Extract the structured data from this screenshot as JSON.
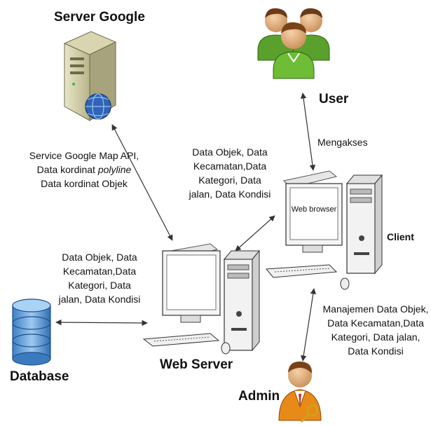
{
  "nodes": {
    "server_google": "Server Google",
    "user": "User",
    "client": "Client",
    "web_server": "Web Server",
    "database": "Database",
    "admin": "Admin",
    "web_browser": "Web browser"
  },
  "edges": {
    "google_line1": "Service Google Map API,",
    "google_line2_prefix": "Data kordinat ",
    "google_line2_italic": "polyline",
    "google_line3": "Data kordinat Objek",
    "user_client": "Mengakses",
    "client_server": [
      "Data Objek, Data",
      "Kecamatan,Data",
      "Kategori, Data",
      "jalan, Data Kondisi"
    ],
    "db_server": [
      "Data Objek, Data",
      "Kecamatan,Data",
      "Kategori, Data",
      "jalan, Data Kondisi"
    ],
    "admin_client": [
      "Manajemen Data Objek,",
      "Data Kecamatan,Data",
      "Kategori, Data jalan,",
      "Data Kondisi"
    ]
  }
}
